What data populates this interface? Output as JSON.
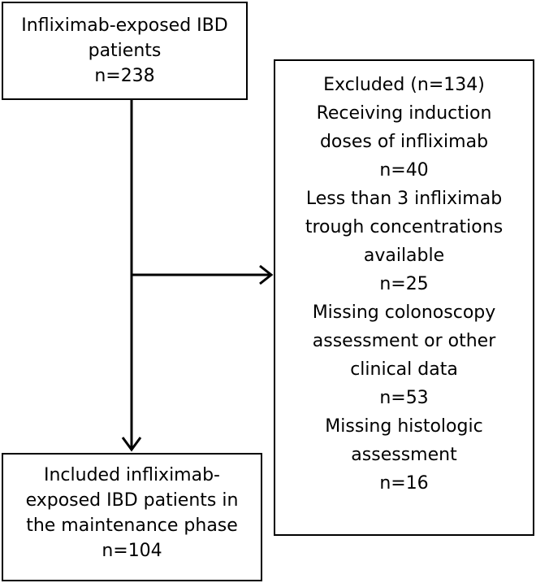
{
  "top_box": {
    "lines": [
      "Infliximab-exposed IBD",
      "patients",
      "n=238"
    ]
  },
  "excluded_box": {
    "lines": [
      "Excluded (n=134)",
      "Receiving induction",
      "doses of infliximab",
      "n=40",
      "Less than 3 infliximab",
      "trough concentrations",
      "available",
      "n=25",
      "Missing colonoscopy",
      "assessment or other",
      "clinical data",
      "n=53",
      "Missing histologic",
      "assessment",
      "n=16"
    ]
  },
  "bottom_box": {
    "lines": [
      "Included infliximab-",
      "exposed IBD patients in",
      "the maintenance phase",
      "n=104"
    ]
  }
}
